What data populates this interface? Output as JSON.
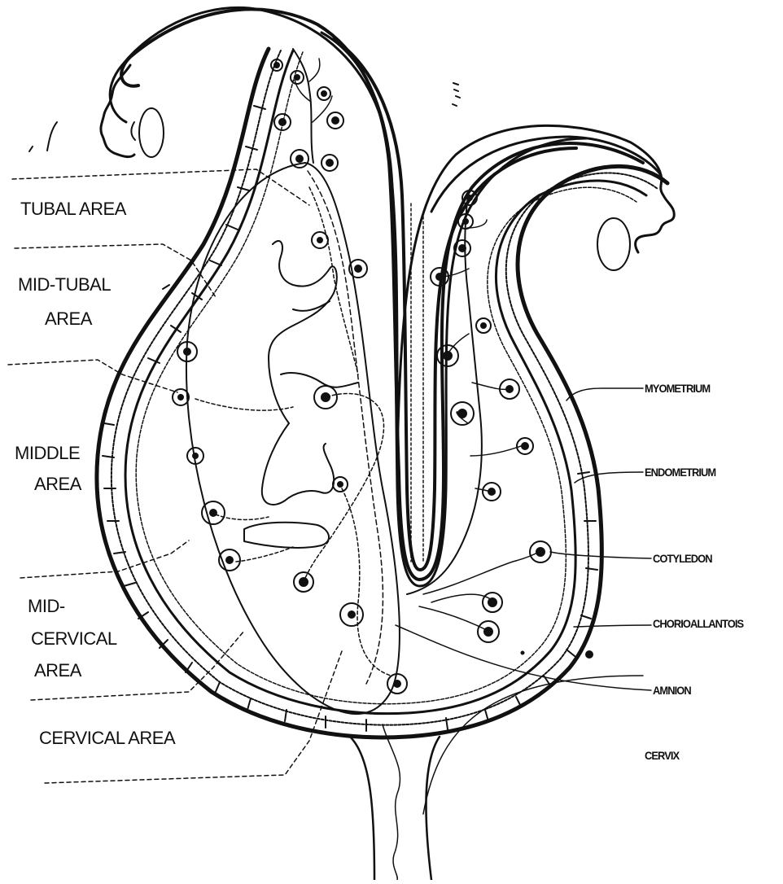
{
  "diagram": {
    "left_labels": {
      "tubal": "TUBAL AREA",
      "mid_tubal_1": "MID-TUBAL",
      "mid_tubal_2": "AREA",
      "middle_1": "MIDDLE",
      "middle_2": "AREA",
      "mid_cervical_1": "MID-",
      "mid_cervical_2": "CERVICAL",
      "mid_cervical_3": "AREA",
      "cervical": "CERVICAL AREA"
    },
    "right_labels": {
      "myometrium": "MYOMETRIUM",
      "endometrium": "ENDOMETRIUM",
      "cotyledon": "COTYLEDON",
      "chorioallantois": "CHORIOALLANTOIS",
      "amnion": "AMNION",
      "cervix": "CERVIX"
    },
    "colors": {
      "ink": "#111111",
      "background": "#ffffff"
    }
  }
}
